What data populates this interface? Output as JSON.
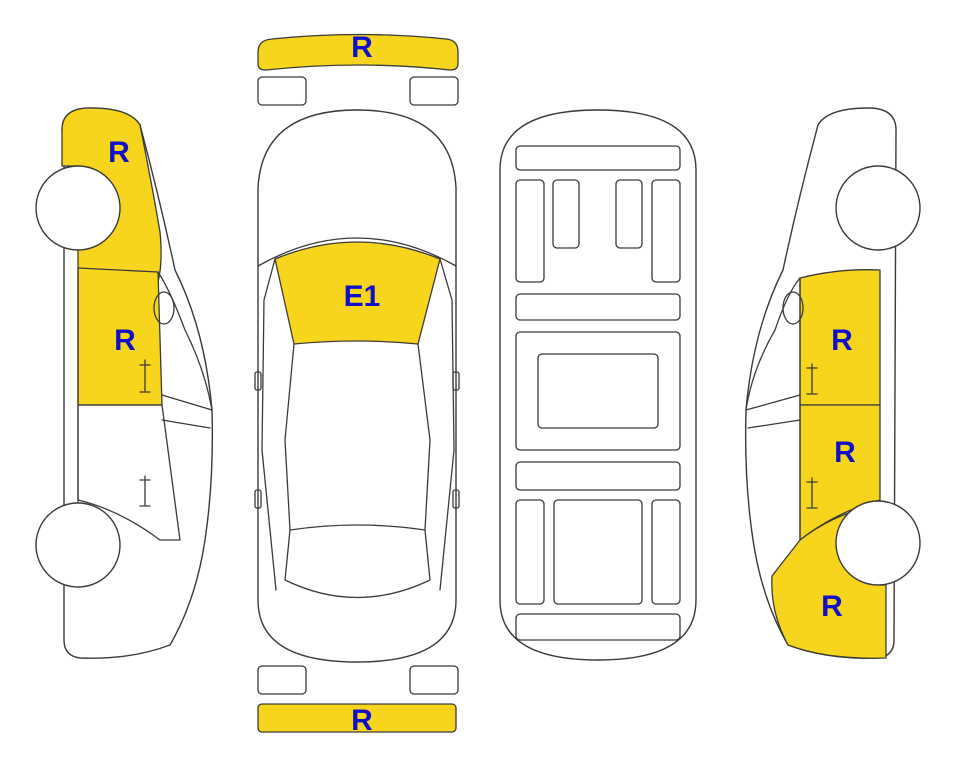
{
  "colors": {
    "highlight": "#F7D51D",
    "label": "#1010C8",
    "outline": "#3a3a3a"
  },
  "labels": {
    "front_bumper": "R",
    "rear_bumper": "R",
    "windshield": "E1",
    "left_front_fender": "R",
    "left_front_door": "R",
    "right_front_door": "R",
    "right_rear_door": "R",
    "right_rear_quarter": "R"
  }
}
